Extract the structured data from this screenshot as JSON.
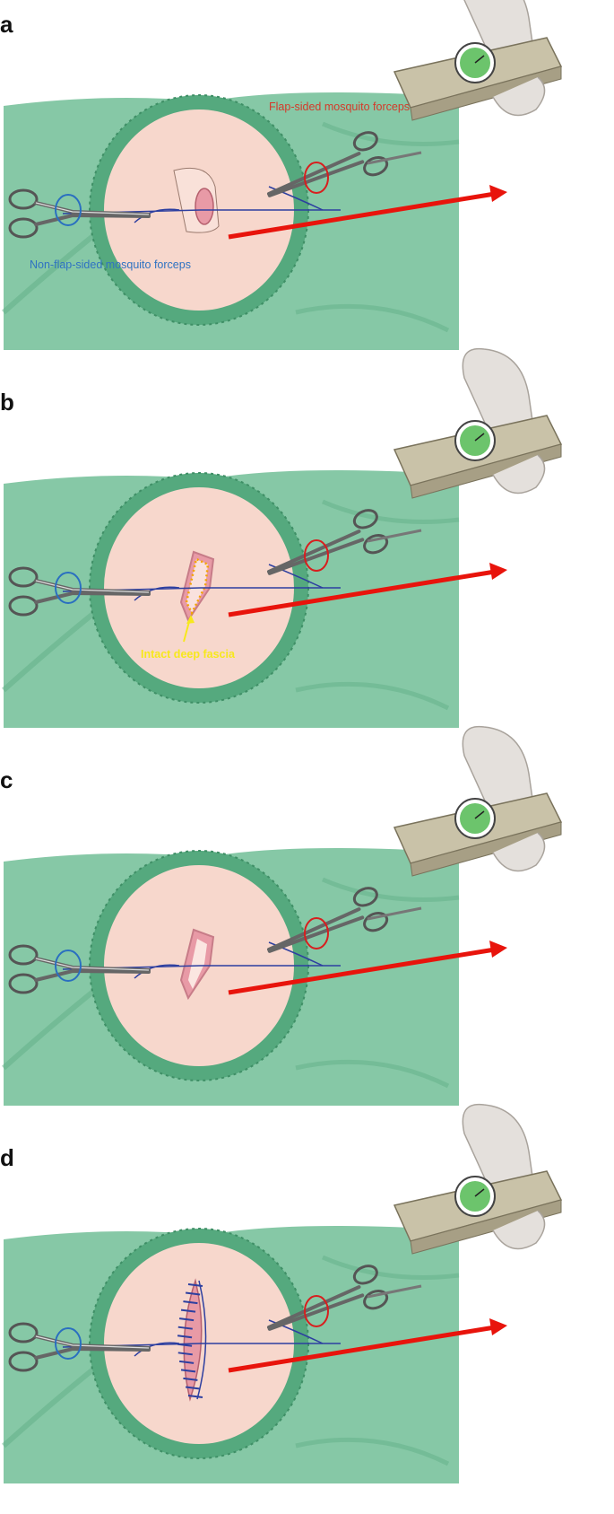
{
  "panels": [
    {
      "letter": "a",
      "wound": "slit",
      "labels": {
        "flap_forceps": "Flap-sided mosquito forceps",
        "non_flap_forceps": "Non-flap-sided mosquito forceps",
        "fascia": ""
      }
    },
    {
      "letter": "b",
      "wound": "fascia",
      "labels": {
        "flap_forceps": "",
        "non_flap_forceps": "",
        "fascia": "Intact deep fascia"
      }
    },
    {
      "letter": "c",
      "wound": "open",
      "labels": {
        "flap_forceps": "",
        "non_flap_forceps": "",
        "fascia": ""
      }
    },
    {
      "letter": "d",
      "wound": "sutured",
      "labels": {
        "flap_forceps": "",
        "non_flap_forceps": "",
        "fascia": ""
      }
    }
  ],
  "colors": {
    "drape": "#86c8a6",
    "drape_dark": "#5fae86",
    "ring": "#55a97e",
    "skin": "#f7d7cc",
    "wound": "#e89aa6",
    "suture": "#2d3fa0",
    "arrow": "#e8140c",
    "flap_circle": "#d81e1e",
    "non_flap_circle": "#2a6fc0",
    "flap_label": "#d43a2a",
    "non_flap_label": "#2f72c2",
    "fascia_label": "#f7e81c",
    "glove": "#e4e0dc",
    "gauge_body": "#c9c2a8",
    "dial": "#6cc46c"
  }
}
